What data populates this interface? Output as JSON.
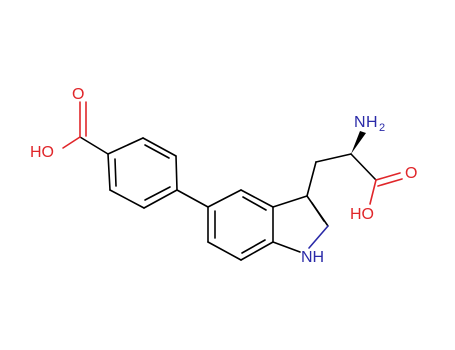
{
  "molecule": {
    "labels": {
      "left_carbonyl_O": "O",
      "left_hydroxyl": "HO",
      "amine_N": "N",
      "amine_H": "H",
      "amine_sub": "2",
      "right_carbonyl_O": "O",
      "right_hydroxyl": "HO",
      "indole_NH": "NH"
    },
    "colors": {
      "oxygen": "#e0262a",
      "nitrogen": "#2a2aa8",
      "carbon": "#000000"
    }
  }
}
